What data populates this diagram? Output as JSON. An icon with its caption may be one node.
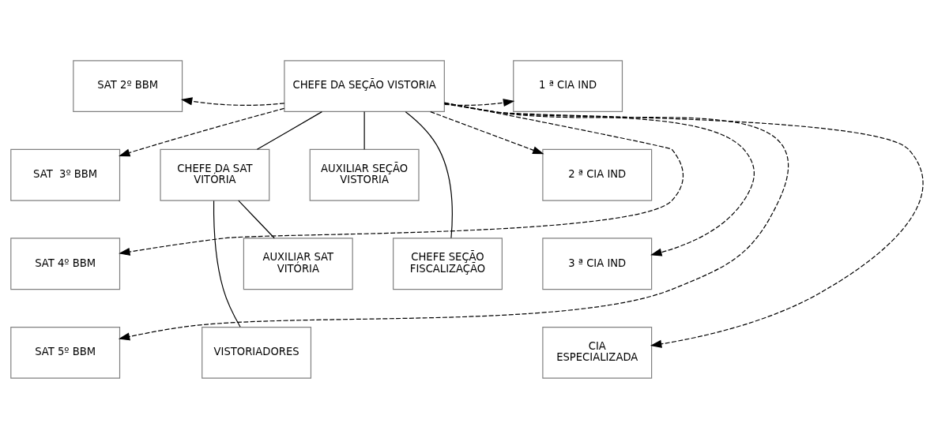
{
  "diagram": {
    "nodes": [
      {
        "text": [
          "CHEFE DA SEÇÃO VISTORIA"
        ]
      },
      {
        "text": [
          "SAT 2º BBM"
        ]
      },
      {
        "text": [
          "1 ª CIA IND"
        ]
      },
      {
        "text": [
          "AUXILIAR SEÇÃO VISTORIA"
        ]
      },
      {
        "text": [
          "SAT  3º BBM"
        ]
      },
      {
        "text": [
          "2 ª CIA IND"
        ]
      },
      {
        "text": [
          "CHEFE SEÇÃO FISCALIZAÇÃO"
        ]
      },
      {
        "text": [
          "CHEFE DA SAT VITÓRIA"
        ]
      },
      {
        "text": [
          "SAT 4º BBM"
        ]
      },
      {
        "text": [
          "3 ª CIA IND"
        ]
      },
      {
        "text": [
          "AUXILIAR SAT VITÓRIA"
        ]
      },
      {
        "text": [
          "SAT 5º BBM"
        ]
      },
      {
        "text": [
          "VISTORIADORES"
        ]
      },
      {
        "text": [
          "CIA ESPECIALIZADA"
        ]
      }
    ],
    "edges": [
      {
        "from": 0,
        "to": 1,
        "arrow": "to",
        "style": "dashed"
      },
      {
        "from": 0,
        "to": 4,
        "arrow": "to",
        "style": "dashed"
      },
      {
        "from": 0,
        "to": 8,
        "arrow": "to",
        "style": "dashed"
      },
      {
        "from": 0,
        "to": 11,
        "arrow": "to",
        "style": "dashed"
      },
      {
        "from": 0,
        "to": 2,
        "arrow": "to",
        "style": "dashed"
      },
      {
        "from": 0,
        "to": 5,
        "arrow": "to",
        "style": "dashed"
      },
      {
        "from": 0,
        "to": 9,
        "arrow": "to",
        "style": "dashed"
      },
      {
        "from": 0,
        "to": 13,
        "arrow": "to",
        "style": "dashed"
      },
      {
        "from": 0,
        "to": 3,
        "arrow": "none"
      },
      {
        "from": 0,
        "to": 6,
        "arrow": "none"
      },
      {
        "from": 0,
        "to": 7,
        "arrow": "none"
      },
      {
        "from": 7,
        "to": 10,
        "arrow": "none"
      },
      {
        "from": 7,
        "to": 12,
        "arrow": "none"
      }
    ]
  }
}
